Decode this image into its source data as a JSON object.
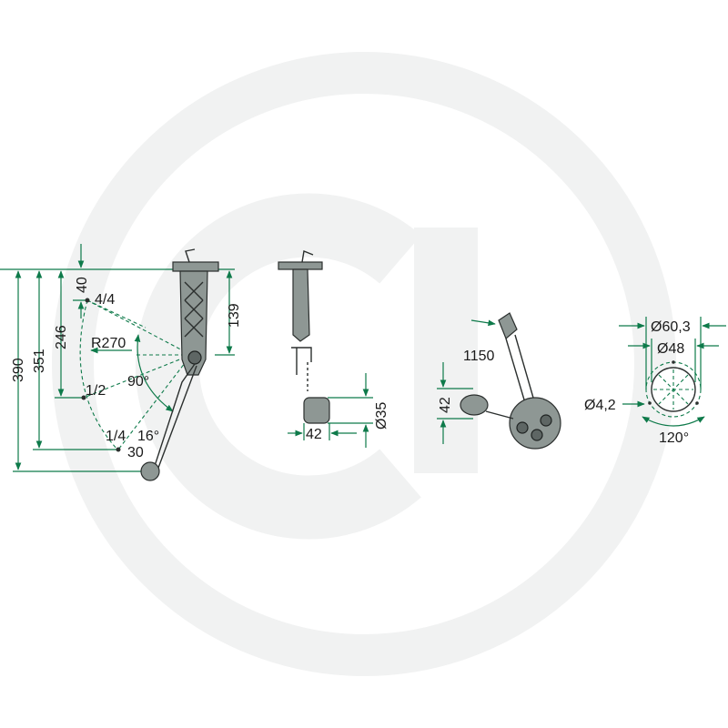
{
  "colors": {
    "dimension_line": "#0e7a4a",
    "part_fill": "#8e9794",
    "part_stroke": "#2b2f2e",
    "watermark": "#f1f2f2",
    "text": "#1a1a1a"
  },
  "watermark": {
    "icon": "granit-g-logo"
  },
  "side_view": {
    "dim_390": "390",
    "dim_351": "351",
    "dim_246": "246",
    "dim_40": "40",
    "dim_139": "139",
    "radius": "R270",
    "angle_90": "90°",
    "angle_16": "16°",
    "level_4_4": "4/4",
    "level_1_2": "1/2",
    "level_1_4": "1/4",
    "dim_30": "30"
  },
  "front_view": {
    "dim_42": "42",
    "dia_35": "Ø35"
  },
  "iso_view": {
    "length_1150": "1150",
    "dim_42": "42"
  },
  "flange_view": {
    "dia_60_3": "Ø60,3",
    "dia_48": "Ø48",
    "dia_4_2": "Ø4,2",
    "angle_120": "120°"
  }
}
